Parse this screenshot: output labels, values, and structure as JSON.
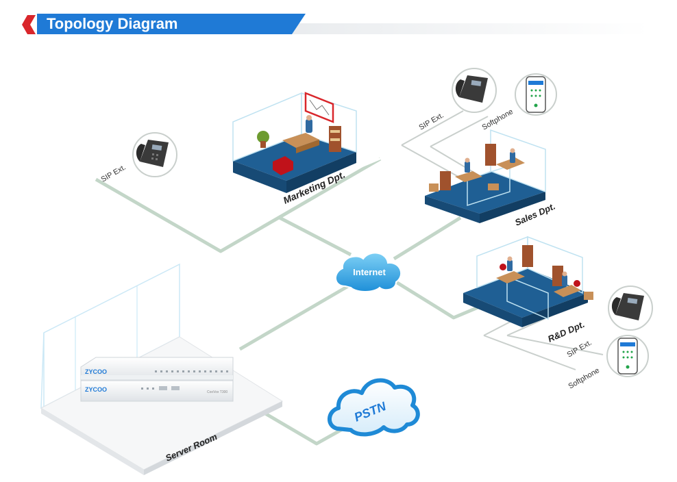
{
  "header": {
    "title": "Topology Diagram"
  },
  "nodes": {
    "marketing": "Marketing Dpt.",
    "sales": "Sales Dpt.",
    "rnd": "R&D Dpt.",
    "server_room": "Server Room",
    "internet": "Internet",
    "pstn": "PSTN",
    "sip_ext": "SIP Ext.",
    "softphone": "Softphone",
    "brand": "ZYCOO",
    "device_model": "CooVox T300"
  },
  "colors": {
    "accent": "#1f7ad6",
    "red": "#d9262b",
    "link": "#bfd3c4",
    "floor": "#1f5f94"
  }
}
